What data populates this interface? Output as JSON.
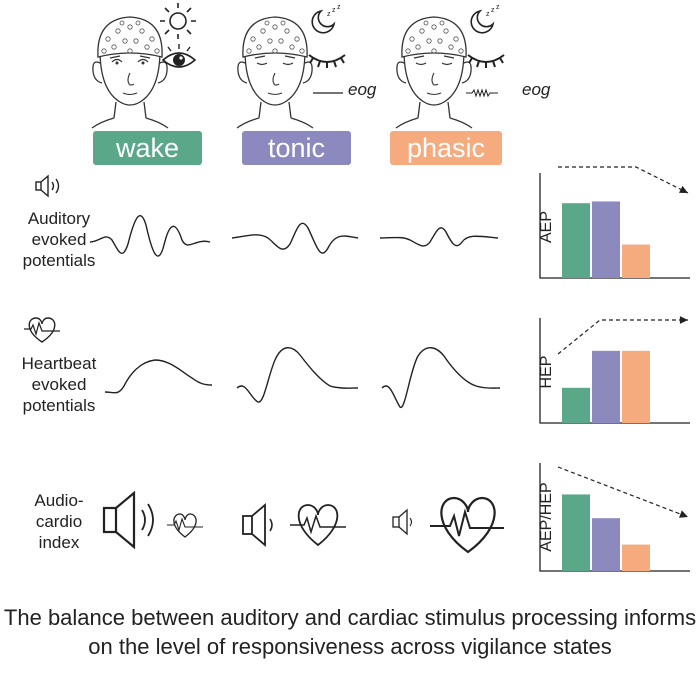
{
  "colors": {
    "wake": "#5aa78a",
    "tonic": "#8b89bd",
    "phasic": "#f5ab7e",
    "ink": "#222222"
  },
  "states": [
    {
      "label": "wake",
      "color": "#5aa78a"
    },
    {
      "label": "tonic",
      "color": "#8b89bd"
    },
    {
      "label": "phasic",
      "color": "#f5ab7e"
    }
  ],
  "eog": {
    "tonic": "eog",
    "phasic": "eog"
  },
  "rows": {
    "aep": {
      "label_lines": [
        "Auditory",
        "evoked",
        "potentials"
      ],
      "icon": "speaker-icon"
    },
    "hep": {
      "label_lines": [
        "Heartbeat",
        "evoked",
        "potentials"
      ],
      "icon": "heart-pulse-icon"
    },
    "index": {
      "label_lines": [
        "Audio-",
        "cardio",
        "index"
      ]
    }
  },
  "chart_data": [
    {
      "type": "bar",
      "ylabel": "AEP",
      "categories": [
        "wake",
        "tonic",
        "phasic"
      ],
      "values": [
        0.85,
        0.87,
        0.38
      ],
      "trend": "flat-then-down"
    },
    {
      "type": "bar",
      "ylabel": "HEP",
      "categories": [
        "wake",
        "tonic",
        "phasic"
      ],
      "values": [
        0.4,
        0.82,
        0.82
      ],
      "trend": "up-then-flat"
    },
    {
      "type": "bar",
      "ylabel": "AEP/HEP",
      "categories": [
        "wake",
        "tonic",
        "phasic"
      ],
      "values": [
        0.87,
        0.6,
        0.3
      ],
      "trend": "down"
    }
  ],
  "caption": "The balance between auditory and cardiac stimulus processing informs on the level of responsiveness across vigilance states"
}
